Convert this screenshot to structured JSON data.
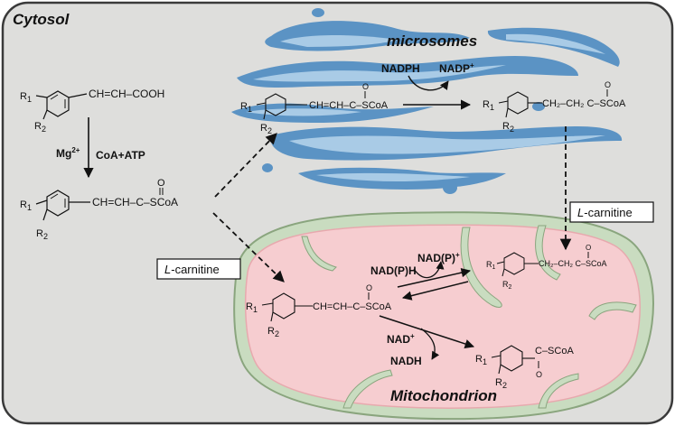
{
  "compartments": {
    "cytosol": "Cytosol",
    "microsomes": "microsomes",
    "mitochondrion": "Mitochondrion"
  },
  "cofactors": {
    "mg": "Mg",
    "mg_charge": "2+",
    "coa_atp": "CoA+ATP",
    "nadph": "NADPH",
    "nadp": "NADP",
    "nadp_charge": "+",
    "nadph_mito": "NAD(P)H",
    "nadp_mito": "NAD(P)",
    "nadp_mito_charge": "+",
    "nad": "NAD",
    "nad_charge": "+",
    "nadh": "NADH"
  },
  "carnitine": {
    "prefix": "L",
    "suffix": "-carnitine"
  },
  "molecules": {
    "r1": "R",
    "r1_sub": "1",
    "r2": "R",
    "r2_sub": "2",
    "cinnamic_acid_chain": "CH=CH–COOH",
    "cinnamoyl_coa_chain": "CH=CH–C–SCoA",
    "dihydro_chain": "CH₂–CH₂ C–SCoA",
    "benzoyl_chain": "C–SCoA",
    "carbonyl_o": "O"
  },
  "colors": {
    "cytosol_fill": "#dededc",
    "cytosol_stroke": "#3a3a3a",
    "microsome_dark": "#5b93c4",
    "microsome_light": "#a9cbe6",
    "mito_outer": "#c9dcc0",
    "mito_stroke": "#8aa57e",
    "mito_inner": "#f6cdd0",
    "mito_matrix": "#fbe0e2"
  }
}
